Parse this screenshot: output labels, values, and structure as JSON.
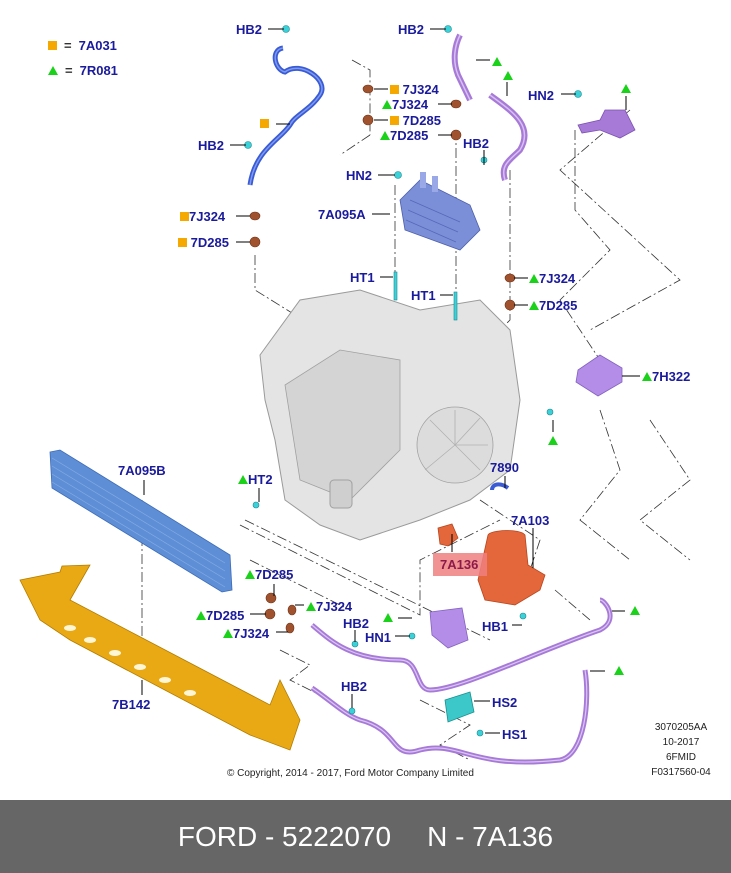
{
  "legend": [
    {
      "symbol": "square",
      "color": "#f5a800",
      "code": "7A031"
    },
    {
      "symbol": "triangle",
      "color": "#19d219",
      "code": "7R081"
    }
  ],
  "callouts": {
    "hb2_top_left": "HB2",
    "hb2_top_mid": "HB2",
    "hb2_left": "HB2",
    "j324_sq_top": "7J324",
    "j324_tri_top": "7J324",
    "d285_sq_top": "7D285",
    "d285_tri_top": "7D285",
    "hb2_mid": "HB2",
    "hn2_right": "HN2",
    "hn2_mid": "HN2",
    "a095a": "7A095A",
    "j324_sq_left": "7J324",
    "d285_sq_left": "7D285",
    "ht1_left": "HT1",
    "ht1_right": "HT1",
    "j324_tri_right": "7J324",
    "d285_tri_right": "7D285",
    "h322": "7H322",
    "a095b": "7A095B",
    "ht2": "HT2",
    "c7890": "7890",
    "a103": "7A103",
    "a136": "7A136",
    "d285_tri_low1": "7D285",
    "d285_tri_low2": "7D285",
    "j324_tri_low1": "7J324",
    "j324_tri_low2": "7J324",
    "hb2_low": "HB2",
    "hn1": "HN1",
    "hb1": "HB1",
    "b142": "7B142",
    "hb2_bottom": "HB2",
    "hs2": "HS2",
    "hs1": "HS1"
  },
  "highlighted_part": "7A136",
  "drawing_meta": [
    "3070205AA",
    "10-2017",
    "6FMID",
    "F0317560-04"
  ],
  "copyright": "© Copyright, 2014 - 2017, Ford Motor Company Limited",
  "footer": {
    "brand_part": "FORD - 5222070",
    "ref_part": "N - 7A136"
  },
  "colors": {
    "label": "#1a1a9c",
    "square_marker": "#f5a800",
    "triangle_marker": "#19d219",
    "highlight": "#f08080",
    "footer_bg": "#666666"
  }
}
